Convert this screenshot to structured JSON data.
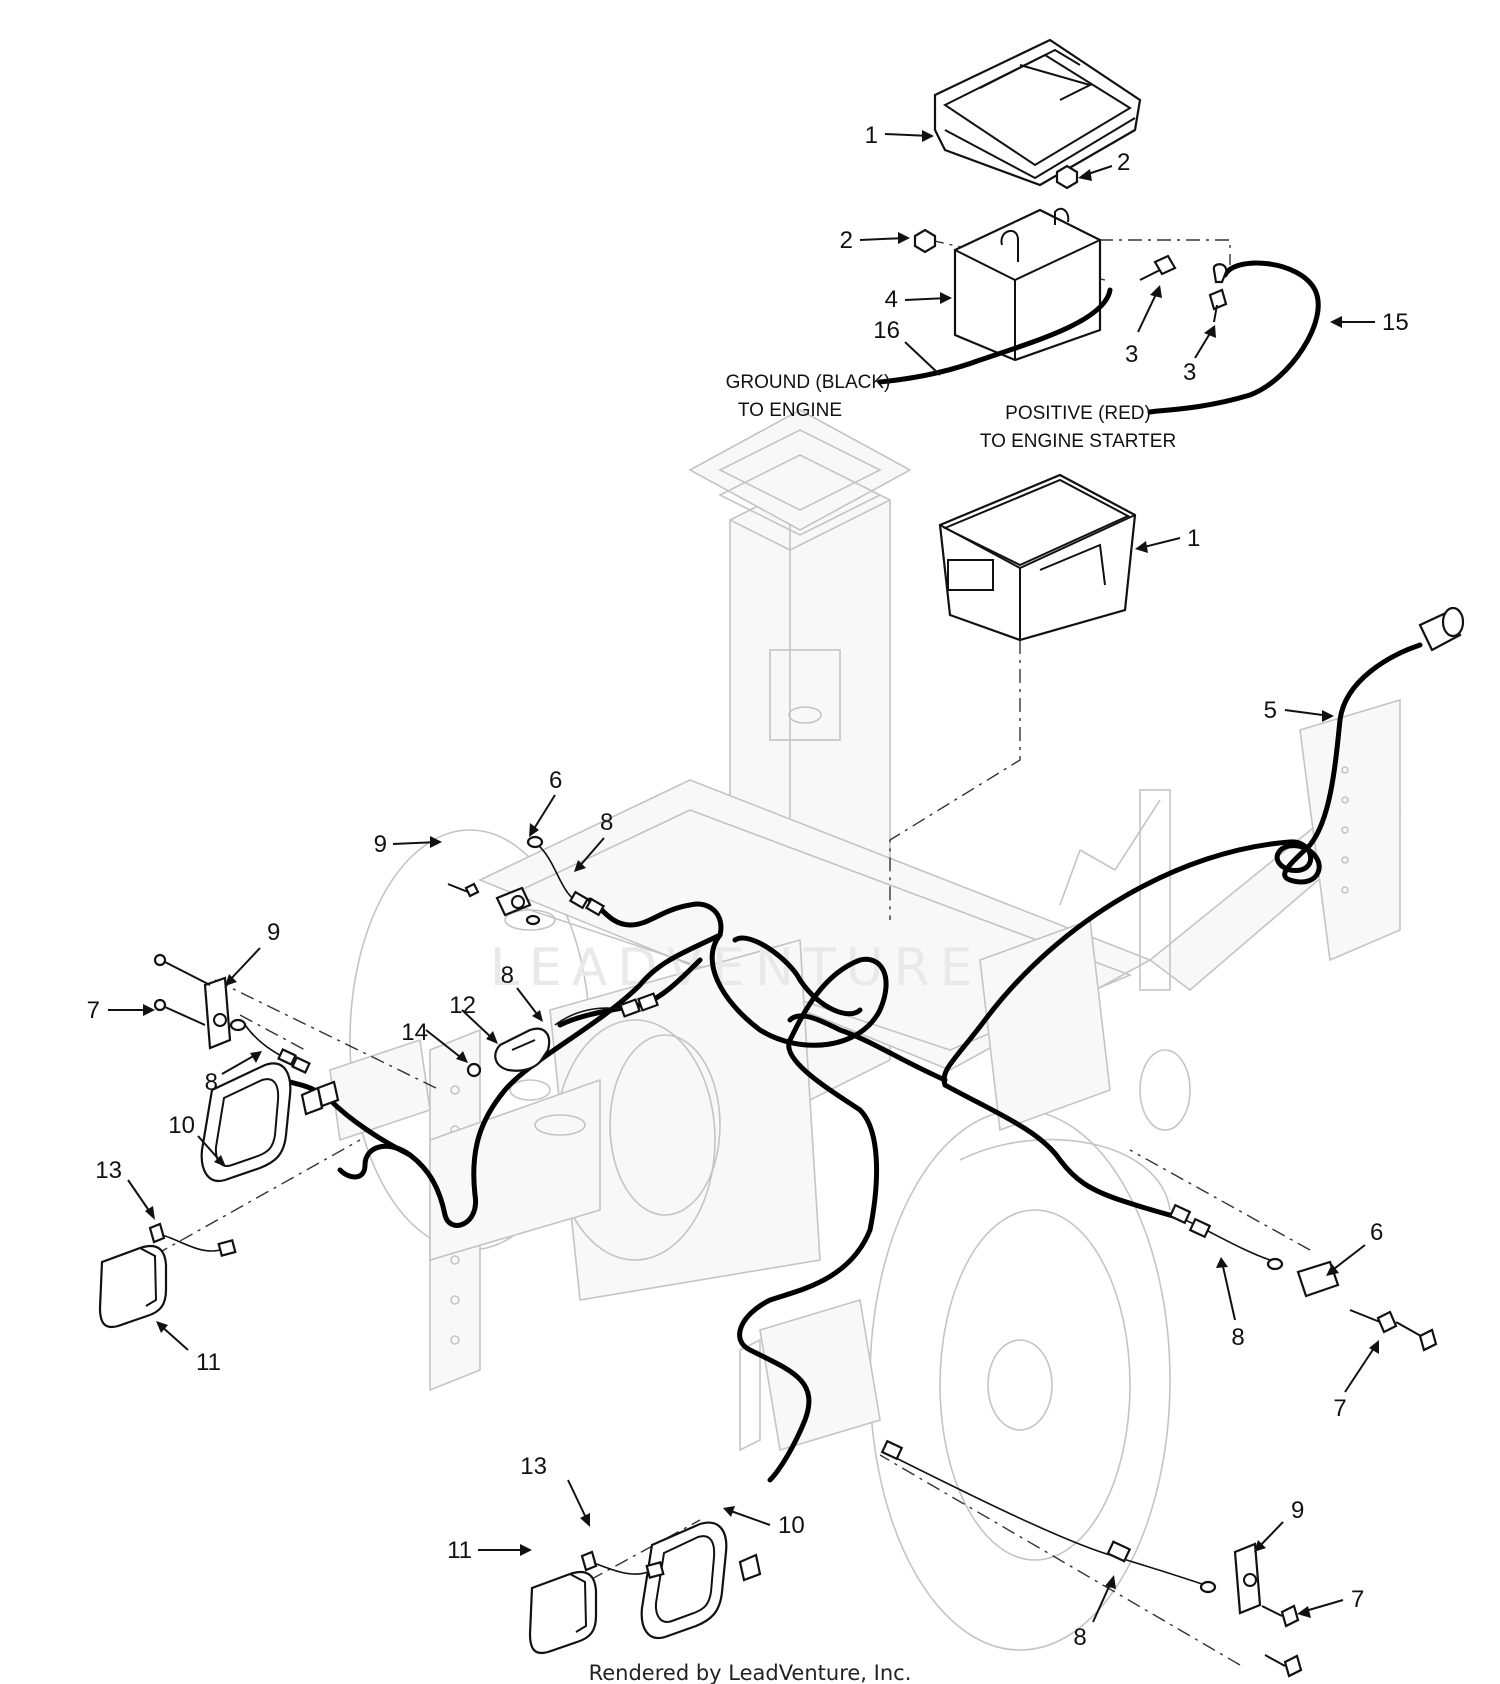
{
  "callouts": {
    "c1_cover": "1",
    "c2_right": "2",
    "c2_left": "2",
    "c4": "4",
    "c16": "16",
    "c3_left": "3",
    "c3_right": "3",
    "c15": "15",
    "c1_box": "1",
    "c5": "5",
    "c9_top": "9",
    "c6_top": "6",
    "c8_top": "8",
    "c9_left": "9",
    "c7_left": "7",
    "c8_mid": "8",
    "c12": "12",
    "c14": "14",
    "c8_left": "8",
    "c10_left": "10",
    "c13_left": "13",
    "c11_left": "11",
    "c6_right": "6",
    "c8_right": "8",
    "c7_right": "7",
    "c13_bottom": "13",
    "c10_bottom": "10",
    "c11_bottom": "11",
    "c9_bottom": "9",
    "c7_bottom": "7",
    "c8_bottom": "8"
  },
  "notes": {
    "ground_line1": "GROUND (BLACK)",
    "ground_line2": "TO ENGINE",
    "positive_line1": "POSITIVE (RED)",
    "positive_line2": "TO ENGINE STARTER"
  },
  "watermark": "LEADVENTURE",
  "footer": "Rendered by LeadVenture, Inc."
}
